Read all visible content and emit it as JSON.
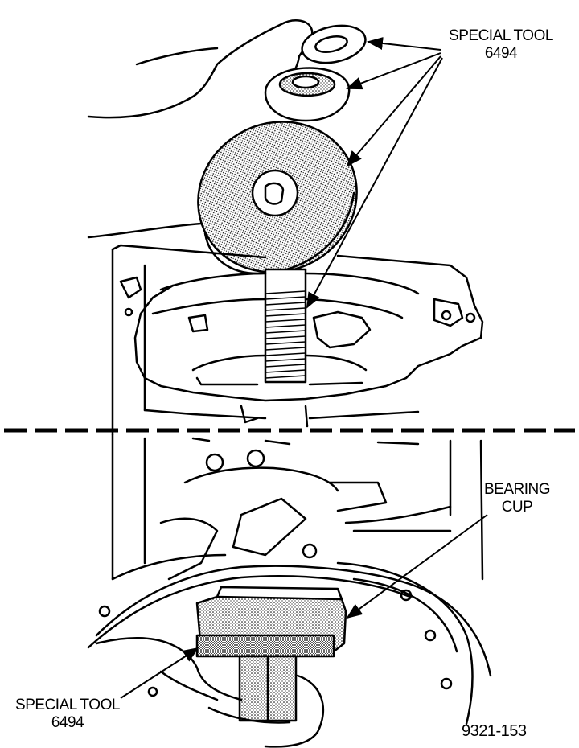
{
  "callouts": {
    "special_tool_top": {
      "line1": "SPECIAL TOOL",
      "line2": "6494"
    },
    "bearing_cup": {
      "line1": "BEARING",
      "line2": "CUP"
    },
    "special_tool_bottom": {
      "line1": "SPECIAL TOOL",
      "line2": "6494"
    }
  },
  "figure_number": "9321-153"
}
